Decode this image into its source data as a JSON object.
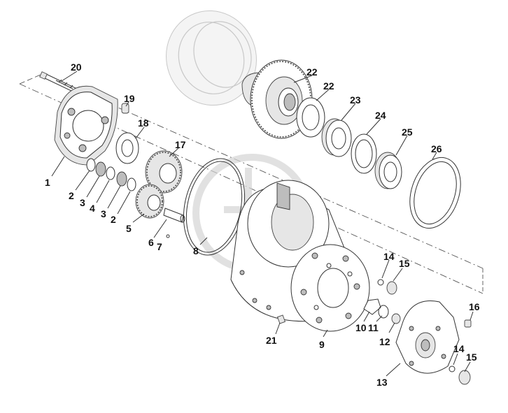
{
  "diagram": {
    "labels": [
      "20",
      "19",
      "18",
      "17",
      "1",
      "2",
      "3",
      "4",
      "3",
      "2",
      "5",
      "6",
      "7",
      "8",
      "22",
      "22",
      "23",
      "24",
      "25",
      "26",
      "14",
      "15",
      "10",
      "11",
      "12",
      "9",
      "21",
      "16",
      "13",
      "14",
      "15"
    ]
  }
}
